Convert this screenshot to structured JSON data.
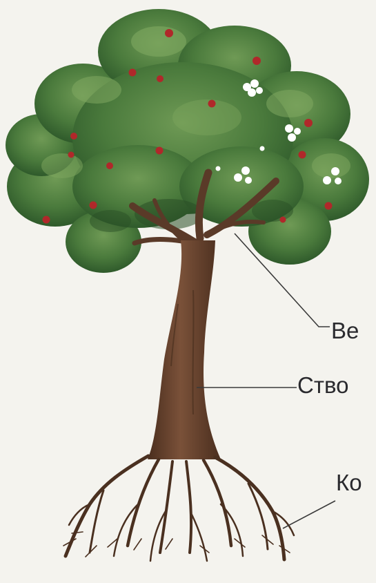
{
  "labels": {
    "branches": "Ве",
    "trunk": "Ство",
    "roots": "Ко"
  },
  "colors": {
    "background": "#f4f3ee",
    "foliage_dark": "#2f5a2b",
    "foliage_mid": "#4a7a3c",
    "foliage_light": "#6f9a55",
    "trunk": "#5a3a28",
    "trunk_light": "#7a5139",
    "roots": "#4a3020",
    "apple": "#b0282a",
    "blossom": "#ffffff",
    "leader_line": "#3a3a3a",
    "label_text": "#2a2a2e"
  }
}
